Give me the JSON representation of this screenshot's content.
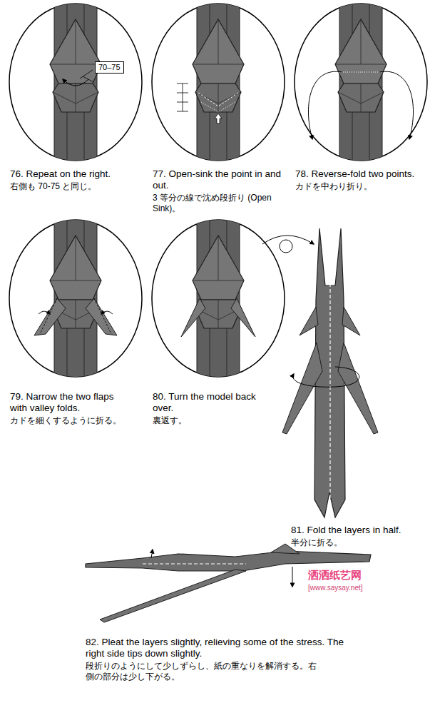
{
  "diagram": {
    "nodes": [
      {
        "text": [
          "70–75"
        ]
      }
    ],
    "edges": [],
    "labels": [
      "76. Repeat on the right.",
      "右側も 70-75 と同じ。",
      "77. Open-sink the point in and out.",
      "3 等分の線で沈め段折り (Open Sink)。",
      "78. Reverse-fold two points.",
      "カドを中わり折り。",
      "79. Narrow the two flaps with valley folds.",
      "カドを細くするように折る。",
      "80. Turn the model back over.",
      "裏返す。",
      "81. Fold the layers in half.",
      "半分に折る。",
      "82. Pleat the layers slightly, relieving some of the stress. The right side tips down slightly.",
      "段折りのようにして少しずらし、紙の重なりを解消する。右側の部分は少し下がる。",
      "洒洒纸艺网",
      "[www.saysay.net]"
    ]
  }
}
